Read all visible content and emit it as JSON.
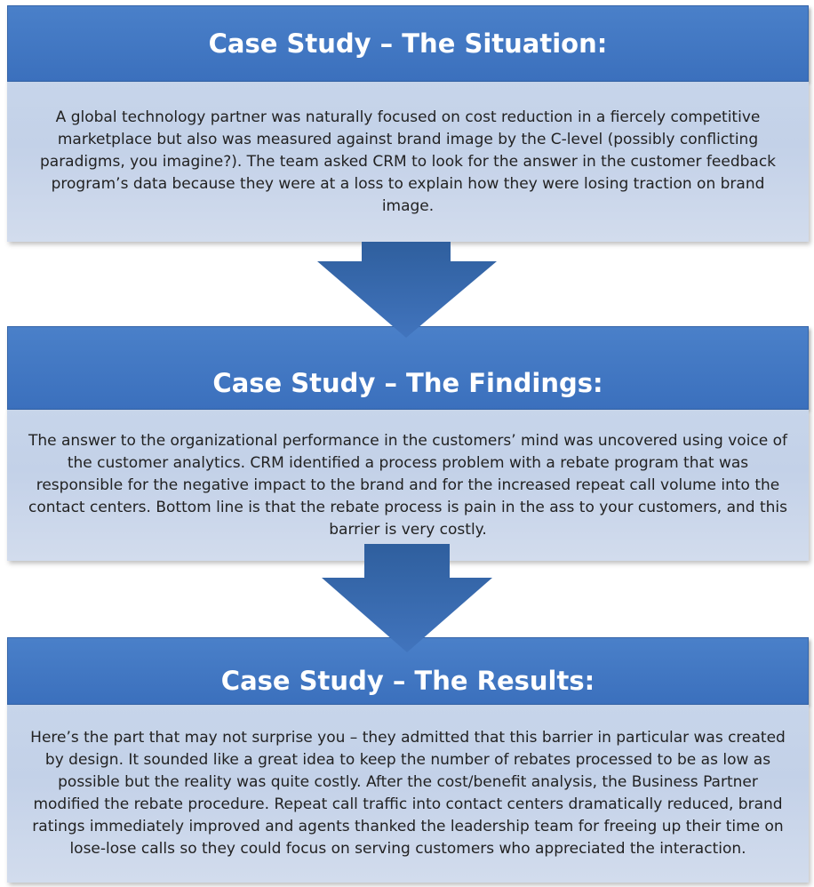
{
  "sections": [
    {
      "title": "Case Study – The Situation:",
      "text": "A global technology partner was naturally focused on cost reduction in a fiercely competitive marketplace but also was measured against brand image by the C-level  (possibly conflicting paradigms, you imagine?).  The team asked CRM to look for the answer in the customer feedback program’s data because they were at a loss to explain how they were losing traction on brand image."
    },
    {
      "title": "Case Study – The Findings:",
      "text": "The answer to the organizational performance in the customers’ mind was uncovered using voice of the customer analytics.  CRM identified a process problem with a rebate program that was responsible for the negative impact to the brand and for the increased repeat call volume into the contact centers.  Bottom line is that the rebate process is pain in the ass to your customers, and this barrier is very costly."
    },
    {
      "title": "Case Study – The Results:",
      "text": "Here’s the part that may not surprise you – they admitted that this barrier in particular was created by design.  It sounded like a great idea to keep the number of rebates processed to be as low as possible but the reality was quite costly.  After the cost/benefit analysis, the Business Partner modified the rebate procedure.  Repeat call traffic into contact centers dramatically reduced, brand ratings immediately improved and agents thanked the leadership team for freeing up their time on lose-lose calls so they could focus on serving customers who appreciated the interaction."
    }
  ],
  "colors": {
    "header": "#3f75c2",
    "body": "#c7d5ea",
    "arrow": "#3a6aae"
  },
  "icons": [
    "down-arrow-icon",
    "down-arrow-icon"
  ]
}
